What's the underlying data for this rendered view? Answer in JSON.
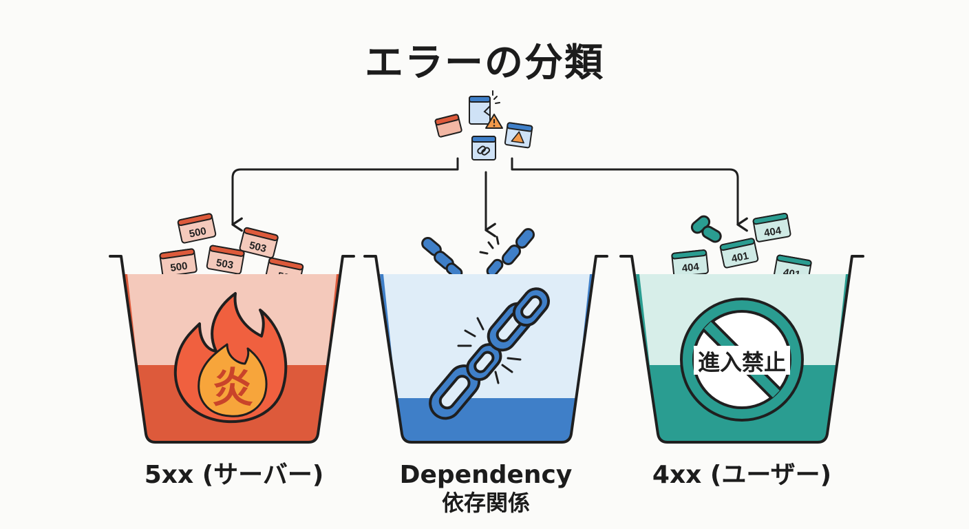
{
  "title": "エラーの分類",
  "colors": {
    "server": "#dd5a3b",
    "server_light": "#f4c9bb",
    "dependency": "#3f7fc8",
    "dependency_light": "#dfedf8",
    "user": "#2a9d91",
    "user_light": "#d7eee9",
    "outline": "#1f1f1f"
  },
  "buckets": [
    {
      "id": "server",
      "label": "5xx (サーバー)",
      "sublabel": "",
      "icon": "flame-icon",
      "center_text": "炎",
      "cards": [
        "500",
        "503",
        "500",
        "503",
        "50"
      ]
    },
    {
      "id": "dependency",
      "label": "Dependency",
      "sublabel": "依存関係",
      "icon": "broken-chain-icon",
      "center_text": "",
      "cards": []
    },
    {
      "id": "user",
      "label": "4xx (ユーザー)",
      "sublabel": "",
      "icon": "no-entry-icon",
      "center_text": "進入禁止",
      "cards": [
        "404",
        "404",
        "401",
        "401"
      ]
    }
  ],
  "source_icons": [
    "error-card-icon",
    "broken-page-icon",
    "warning-icon",
    "link-icon",
    "warning-window-icon"
  ]
}
